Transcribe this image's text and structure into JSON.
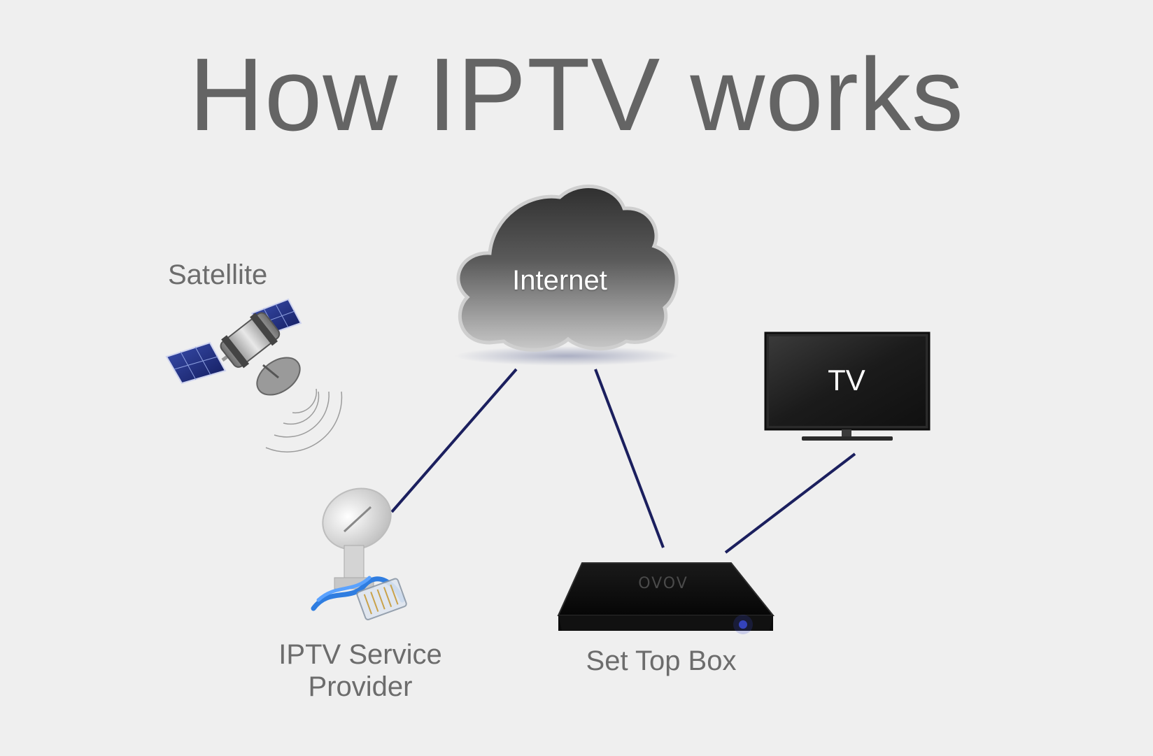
{
  "title": "How IPTV works",
  "nodes": {
    "satellite": {
      "label": "Satellite",
      "icon": "satellite-icon"
    },
    "internet": {
      "label": "Internet",
      "icon": "cloud-icon"
    },
    "tv": {
      "label": "TV",
      "icon": "television-icon"
    },
    "provider": {
      "label_line1": "IPTV Service",
      "label_line2": "Provider",
      "icon": "satellite-dish-icon"
    },
    "set_top_box": {
      "label": "Set Top Box",
      "icon": "set-top-box-icon",
      "brand": "OVOV"
    }
  },
  "connections": [
    {
      "from": "internet",
      "to": "provider"
    },
    {
      "from": "internet",
      "to": "set_top_box"
    },
    {
      "from": "tv",
      "to": "set_top_box"
    }
  ],
  "colors": {
    "background": "#efefef",
    "title": "#646464",
    "label": "#6c6c6c",
    "connector": "#1b1f5e",
    "cloud_dark": "#3a3a3a",
    "tv_screen": "#1f1f1f",
    "solar_panel": "#1c2a7a"
  }
}
